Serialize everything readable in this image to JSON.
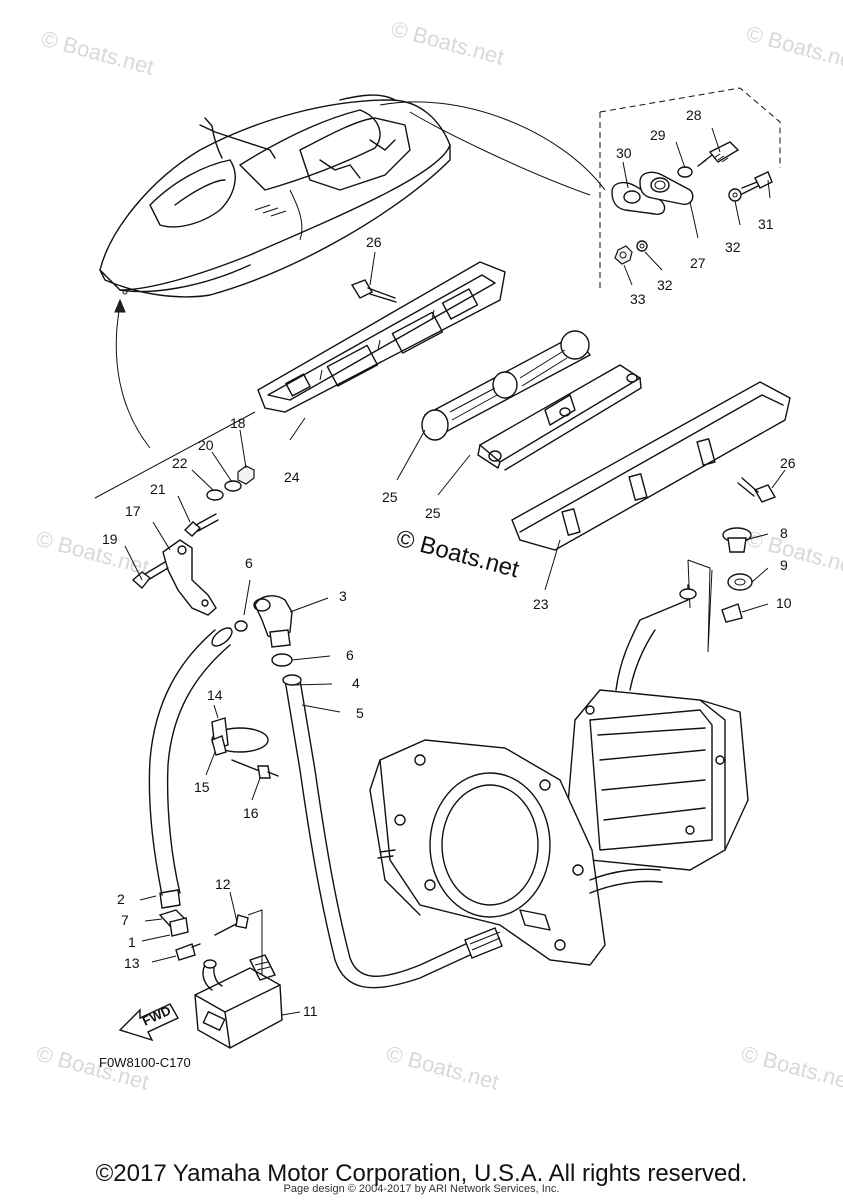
{
  "diagram": {
    "watermark": "© Boats.net",
    "center_watermark": "© Boats.net",
    "diagram_code": "F0W8100-C170",
    "fwd_label": "FWD",
    "callouts": {
      "n1": "1",
      "n2": "2",
      "n3": "3",
      "n4": "4",
      "n5": "5",
      "n6a": "6",
      "n6b": "6",
      "n7": "7",
      "n8": "8",
      "n9": "9",
      "n10": "10",
      "n11": "11",
      "n12": "12",
      "n13": "13",
      "n14": "14",
      "n15": "15",
      "n16": "16",
      "n17": "17",
      "n18": "18",
      "n19": "19",
      "n20": "20",
      "n21": "21",
      "n22": "22",
      "n23": "23",
      "n24": "24",
      "n25a": "25",
      "n25b": "25",
      "n26a": "26",
      "n26b": "26",
      "n27": "27",
      "n28": "28",
      "n29": "29",
      "n30": "30",
      "n31": "31",
      "n32a": "32",
      "n32b": "32",
      "n33": "33"
    }
  },
  "footer": {
    "copyright": "©2017 Yamaha Motor Corporation, U.S.A. All rights reserved.",
    "page_design": "Page design © 2004-2017 by ARI Network Services, Inc."
  }
}
